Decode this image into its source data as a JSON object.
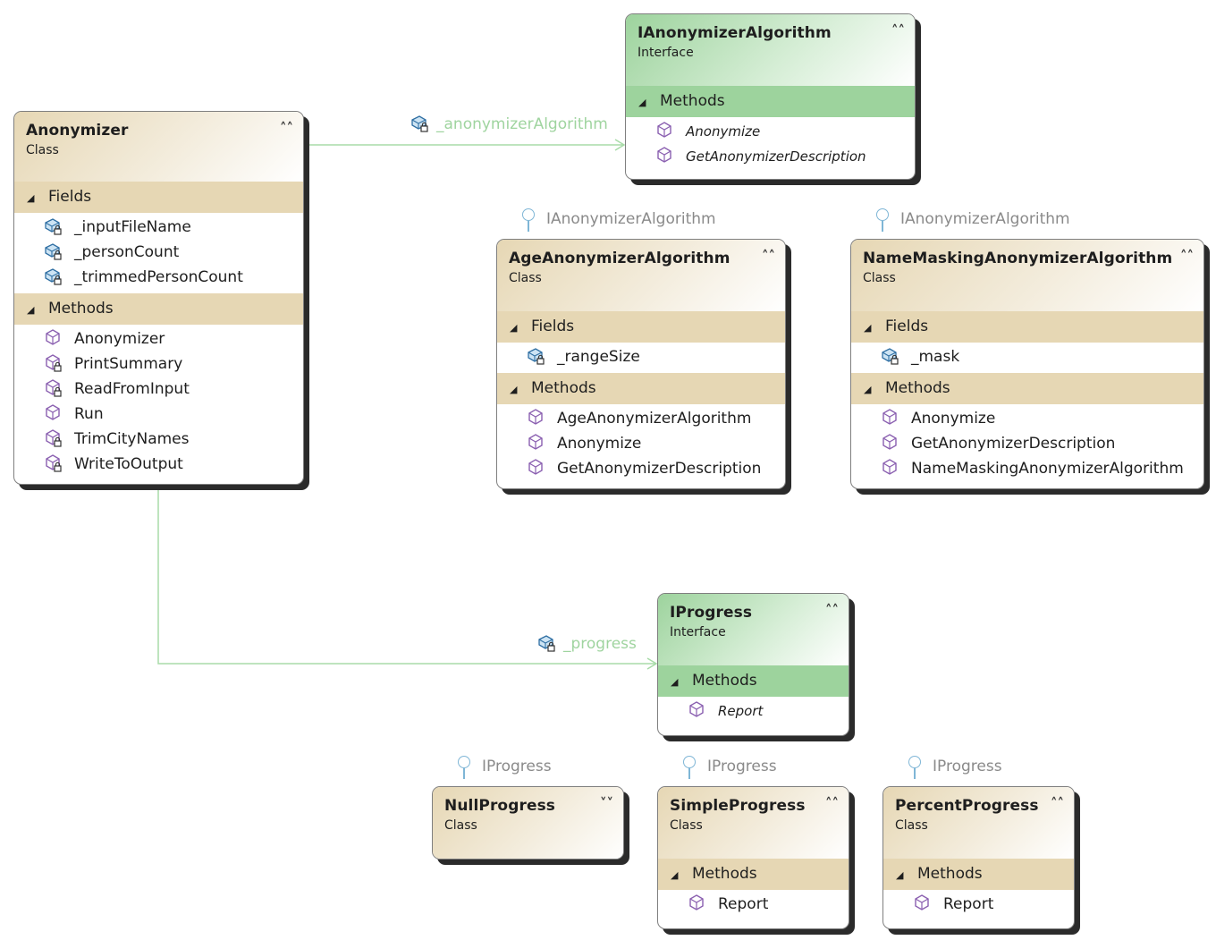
{
  "colors": {
    "class_header": "#e6d7b4",
    "interface_header": "#9dd39d",
    "association_line": "#a8dba8",
    "lollipop": "#7fb6d6",
    "member_icon": "#8a5fb0"
  },
  "shapes": {
    "anonymizer": {
      "name": "Anonymizer",
      "kind": "Class",
      "chevron": "collapse",
      "fields_label": "Fields",
      "fields": [
        "_inputFileName",
        "_personCount",
        "_trimmedPersonCount"
      ],
      "methods_label": "Methods",
      "methods": [
        "Anonymizer",
        "PrintSummary",
        "ReadFromInput",
        "Run",
        "TrimCityNames",
        "WriteToOutput"
      ]
    },
    "ianonymizer_algorithm": {
      "name": "IAnonymizerAlgorithm",
      "kind": "Interface",
      "chevron": "collapse",
      "methods_label": "Methods",
      "methods": [
        "Anonymize",
        "GetAnonymizerDescription"
      ]
    },
    "age_anonymizer_algorithm": {
      "name": "AgeAnonymizerAlgorithm",
      "kind": "Class",
      "implements": "IAnonymizerAlgorithm",
      "fields_label": "Fields",
      "fields": [
        "_rangeSize"
      ],
      "methods_label": "Methods",
      "methods": [
        "AgeAnonymizerAlgorithm",
        "Anonymize",
        "GetAnonymizerDescription"
      ]
    },
    "name_masking_anonymizer_algorithm": {
      "name": "NameMaskingAnonymizerAlgorithm",
      "kind": "Class",
      "implements": "IAnonymizerAlgorithm",
      "fields_label": "Fields",
      "fields": [
        "_mask"
      ],
      "methods_label": "Methods",
      "methods": [
        "Anonymize",
        "GetAnonymizerDescription",
        "NameMaskingAnonymizerAlgorithm"
      ]
    },
    "iprogress": {
      "name": "IProgress",
      "kind": "Interface",
      "methods_label": "Methods",
      "methods": [
        "Report"
      ]
    },
    "null_progress": {
      "name": "NullProgress",
      "kind": "Class",
      "implements": "IProgress",
      "chevron": "expand"
    },
    "simple_progress": {
      "name": "SimpleProgress",
      "kind": "Class",
      "implements": "IProgress",
      "methods_label": "Methods",
      "methods": [
        "Report"
      ]
    },
    "percent_progress": {
      "name": "PercentProgress",
      "kind": "Class",
      "implements": "IProgress",
      "methods_label": "Methods",
      "methods": [
        "Report"
      ]
    }
  },
  "associations": [
    {
      "label": "_anonymizerAlgorithm",
      "from": "Anonymizer",
      "to": "IAnonymizerAlgorithm"
    },
    {
      "label": "_progress",
      "from": "Anonymizer",
      "to": "IProgress"
    }
  ]
}
